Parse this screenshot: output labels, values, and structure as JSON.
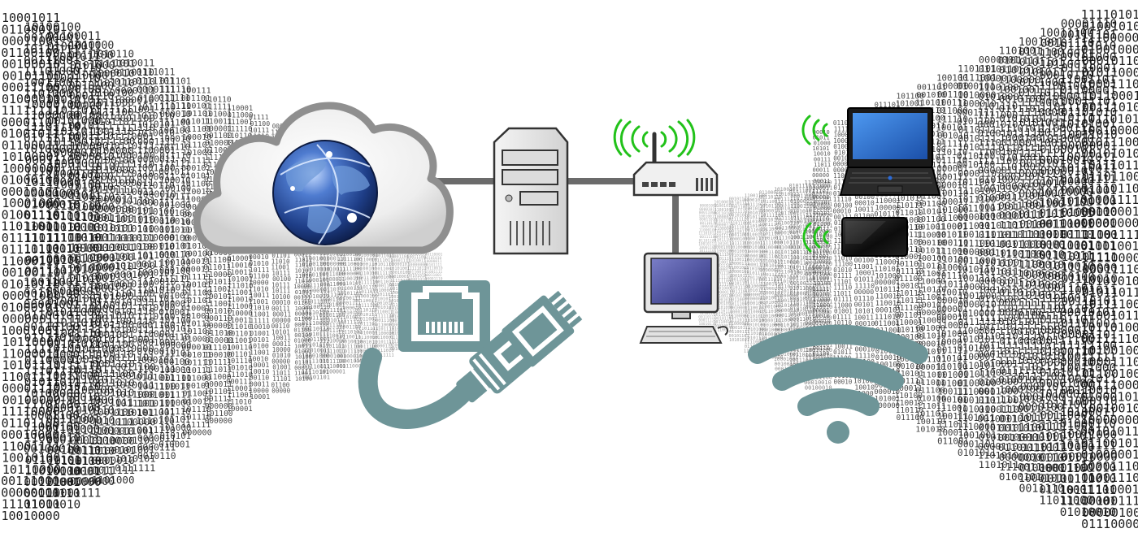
{
  "diagram": {
    "nodes": [
      {
        "id": "internet",
        "icon": "cloud-globe-icon"
      },
      {
        "id": "server",
        "icon": "server-tower-icon"
      },
      {
        "id": "router",
        "icon": "wireless-router-icon"
      },
      {
        "id": "desktop",
        "icon": "desktop-computer-icon"
      },
      {
        "id": "laptop",
        "icon": "laptop-icon"
      },
      {
        "id": "tablet",
        "icon": "tablet-icon"
      }
    ],
    "links": [
      {
        "from": "internet",
        "to": "server",
        "type": "wired"
      },
      {
        "from": "server",
        "to": "router",
        "type": "wired"
      },
      {
        "from": "router",
        "to": "desktop",
        "type": "wired"
      },
      {
        "from": "router",
        "to": "laptop",
        "type": "wireless"
      },
      {
        "from": "router",
        "to": "tablet",
        "type": "wireless"
      }
    ],
    "symbols": [
      "ethernet-cable-icon",
      "wifi-icon"
    ],
    "background": "binary-corridor",
    "colors": {
      "link_line": "#6b6b6b",
      "signal_waves": "#22c21a",
      "symbol_teal": "#6e9598",
      "binary_digits": "#111111",
      "cloud_outline": "#8f8f8f",
      "globe_blue": "#2b4f9a",
      "laptop_screen": "#2a6fd0"
    }
  }
}
